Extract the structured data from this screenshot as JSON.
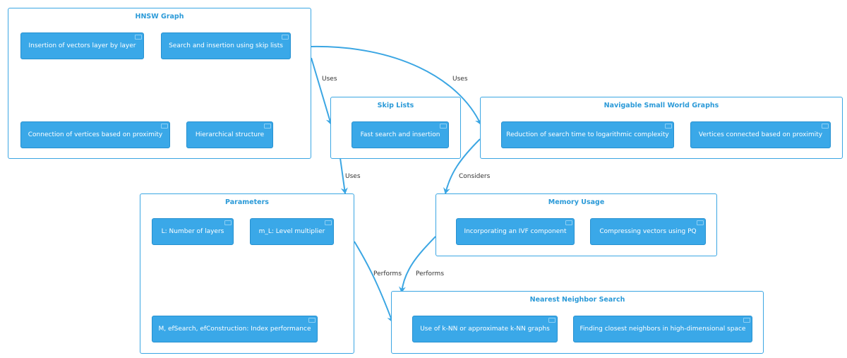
{
  "packages": {
    "hnsw": {
      "title": "HNSW Graph",
      "items": [
        "Insertion of vectors layer by layer",
        "Search and insertion using skip lists",
        "Connection of vertices based on proximity",
        "Hierarchical structure"
      ]
    },
    "skip": {
      "title": "Skip Lists",
      "items": [
        "Fast search and insertion"
      ]
    },
    "nsw": {
      "title": "Navigable Small World Graphs",
      "items": [
        "Reduction of search time to logarithmic complexity",
        "Vertices connected based on proximity"
      ]
    },
    "params": {
      "title": "Parameters",
      "items": [
        "L: Number of layers",
        "m_L: Level multiplier",
        "M, efSearch, efConstruction: Index performance"
      ]
    },
    "memory": {
      "title": "Memory Usage",
      "items": [
        "Incorporating an IVF component",
        "Compressing vectors using PQ"
      ]
    },
    "nns": {
      "title": "Nearest Neighbor Search",
      "items": [
        "Use of k-NN or approximate k-NN graphs",
        "Finding closest neighbors in high-dimensional space"
      ]
    }
  },
  "edges": {
    "hnsw_skip": "Uses",
    "hnsw_nsw": "Uses",
    "skip_params": "Uses",
    "nsw_memory": "Considers",
    "params_nns": "Performs",
    "memory_nns": "Performs"
  },
  "colors": {
    "accent": "#3ba6e3",
    "component": "#3aa8e8",
    "title": "#2b9ad8"
  }
}
